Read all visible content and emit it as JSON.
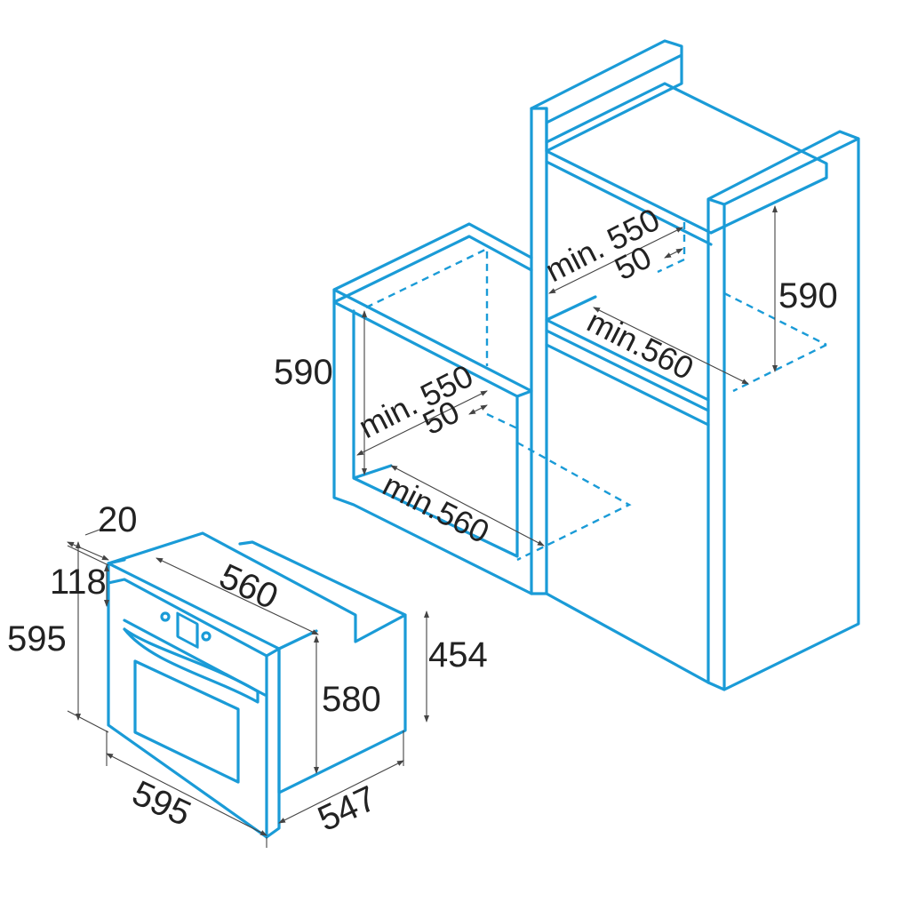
{
  "colors": {
    "outline": "#1a9bd7",
    "dimension": "#444444",
    "text": "#222222"
  },
  "oven": {
    "dims": {
      "top_offset": "20",
      "panel_height": "118",
      "total_height": "595",
      "depth_top": "560",
      "body_height": "580",
      "side_height": "454",
      "width": "595",
      "depth": "547"
    }
  },
  "niche_under_counter": {
    "dims": {
      "height": "590",
      "min_width": "min. 550",
      "vent_gap": "50",
      "min_depth": "min.560"
    }
  },
  "niche_tall_column": {
    "dims": {
      "height": "590",
      "min_width": "min. 550",
      "vent_gap": "50",
      "min_depth": "min.560"
    }
  }
}
